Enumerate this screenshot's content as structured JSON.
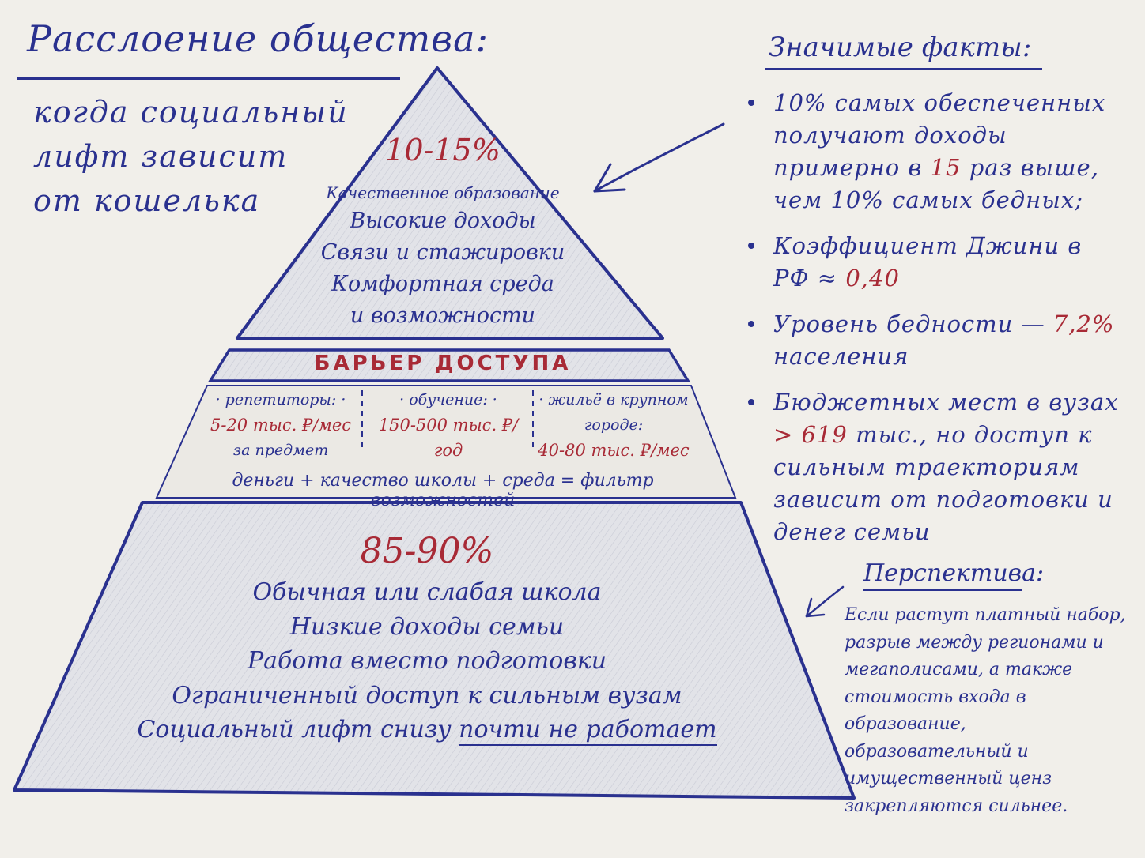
{
  "header": {
    "title": "Расслоение общества:",
    "subtitle_lines": [
      "когда социальный",
      "лифт зависит",
      "от кошелька"
    ]
  },
  "pyramid": {
    "top": {
      "percent": "10-15%",
      "lines": [
        "Качественное образование",
        "Высокие доходы",
        "Связи и стажировки",
        "Комфортная среда",
        "и возможности"
      ]
    },
    "barrier": {
      "label": "БАРЬЕР ДОСТУПА",
      "columns": [
        {
          "label": "· репетиторы: ·",
          "value": "5-20 тыс. ₽/мес",
          "note": "за предмет"
        },
        {
          "label": "· обучение: ·",
          "value": "150-500 тыс. ₽/год",
          "note": ""
        },
        {
          "label": "· жильё в крупном",
          "label2": "городе:",
          "value": "40-80 тыс. ₽/мес"
        }
      ],
      "formula": "деньги + качество школы + среда = фильтр возможностей"
    },
    "bottom": {
      "percent": "85-90%",
      "lines": [
        "Обычная или слабая школа",
        "Низкие доходы семьи",
        "Работа вместо подготовки",
        "Ограниченный доступ к сильным вузам"
      ],
      "last_line_prefix": "Социальный лифт снизу",
      "last_line_underlined": "почти не работает"
    }
  },
  "facts": {
    "title": "Значимые факты:",
    "items": [
      {
        "parts": [
          {
            "t": "10% самых обеспеченных получают доходы примерно в ",
            "red": false
          },
          {
            "t": "15",
            "red": true
          },
          {
            "t": " раз выше, чем 10% самых бедных;",
            "red": false
          }
        ]
      },
      {
        "parts": [
          {
            "t": "Коэффициент Джини в РФ ≈ ",
            "red": false
          },
          {
            "t": "0,40",
            "red": true
          }
        ]
      },
      {
        "parts": [
          {
            "t": "Уровень бедности — ",
            "red": false
          },
          {
            "t": "7,2%",
            "red": true
          },
          {
            "t": " населения",
            "red": false
          }
        ]
      },
      {
        "parts": [
          {
            "t": "Бюджетных мест в вузах ",
            "red": false
          },
          {
            "t": "> 619",
            "red": true
          },
          {
            "t": " тыс., но доступ к сильным траекториям зависит от подготовки и денег семьи",
            "red": false
          }
        ]
      }
    ]
  },
  "perspective": {
    "title": "Перспектива:",
    "lines": [
      "Если растут платный набор,",
      "разрыв между регионами и",
      "мегаполисами, а также",
      "стоимость входа в",
      "образование,",
      "образовательный и",
      "имущественный ценз",
      "закрепляются сильнее."
    ]
  },
  "colors": {
    "ink": "#2a318f",
    "accent": "#a82a36",
    "paper": "#f1efea",
    "fill": "#dcdde3"
  }
}
